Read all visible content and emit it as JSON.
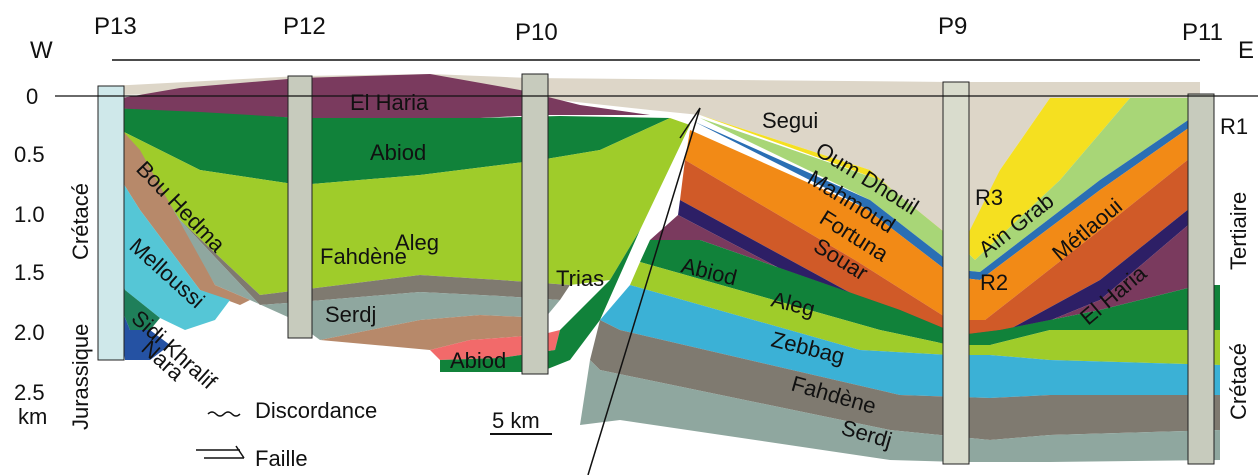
{
  "wells": [
    "P13",
    "P12",
    "P10",
    "P9",
    "P11"
  ],
  "directions": {
    "west": "W",
    "east": "E"
  },
  "depth_axis": {
    "ticks": [
      "0",
      "0.5",
      "1.0",
      "1.5",
      "2.0",
      "2.5"
    ],
    "unit": "km"
  },
  "side_labels": {
    "cretace_left": "Crétacé",
    "jurassique": "Jurassique",
    "tertiaire": "Tertiaire",
    "cretace_right": "Crétacé"
  },
  "formations": {
    "segui": "Segui",
    "el_haria_west": "El Haria",
    "abiod_west": "Abiod",
    "aleg_west": "Aleg",
    "fahdene_west": "Fahdène",
    "serdj_west": "Serdj",
    "bou_hedma": "Bou Hedma",
    "mellouss": "Melloussi",
    "sidi_khralif": "Sidi Khralif",
    "nara": "Nara",
    "trias": "Trias",
    "abiod_p10": "Abiod",
    "oum_dhouil": "Oum Dhouil",
    "mahmoud": "Mahmoud",
    "ain_grab": "Aïn Grab",
    "fortuna": "Fortuna",
    "souar": "Souar",
    "metlaoui": "Métlaoui",
    "el_haria_east": "El Haria",
    "abiod_east": "Abiod",
    "aleg_east": "Aleg",
    "zebbag": "Zebbag",
    "fahdene_east": "Fahdène",
    "serdj_east": "Serdj"
  },
  "markers": {
    "r1": "R1",
    "r2": "R2",
    "r3": "R3"
  },
  "legend": {
    "discordance": "Discordance",
    "faille": "Faille",
    "scale": "5 km"
  },
  "colors": {
    "segui": "#ddd6c8",
    "el_haria": "#7a3a5e",
    "abiod": "#11823a",
    "aleg": "#9fcc2a",
    "fahdene": "#7f7a70",
    "serdj": "#8fa79f",
    "bou_hedma": "#b7896a",
    "mellouss": "#55c6d6",
    "sidi_khralif": "#2552a3",
    "trias": "#f26a6a",
    "oum_dhouil": "#f5e020",
    "mahmoud": "#a8d677",
    "ain_grab": "#2a6fb4",
    "fortuna": "#f28a16",
    "souar": "#d05a28",
    "metlaoui": "#2d1f66",
    "zebbag": "#3bb1d6"
  }
}
